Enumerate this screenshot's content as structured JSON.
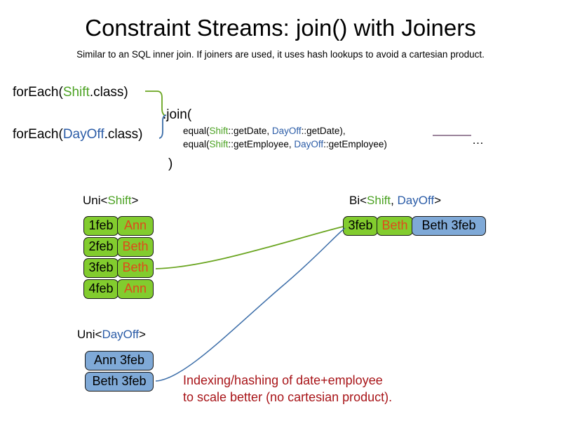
{
  "header": {
    "title": "Constraint Streams: join() with Joiners",
    "subtitle": "Similar to an SQL inner join. If joiners are used, it uses hash lookups to avoid a cartesian product."
  },
  "code": {
    "foreach_shift": {
      "prefix": "forEach(",
      "type": "Shift",
      "suffix": ".class)"
    },
    "foreach_dayoff": {
      "prefix": "forEach(",
      "type": "DayOff",
      "suffix": ".class)"
    },
    "join_open": ".join(",
    "join_close": ")",
    "equal_lines": [
      {
        "prefix": "equal(",
        "left_type": "Shift",
        "left_method": "::getDate, ",
        "right_type": "DayOff",
        "right_method": "::getDate),"
      },
      {
        "prefix": "equal(",
        "left_type": "Shift",
        "left_method": "::getEmployee, ",
        "right_type": "DayOff",
        "right_method": "::getEmployee)"
      }
    ],
    "ellipsis": "…"
  },
  "streams": {
    "uni_shift": {
      "caption": {
        "prefix": "Uni<",
        "type": "Shift",
        "suffix": ">"
      },
      "rows": [
        {
          "date": "1feb",
          "name": "Ann"
        },
        {
          "date": "2feb",
          "name": "Beth"
        },
        {
          "date": "3feb",
          "name": "Beth"
        },
        {
          "date": "4feb",
          "name": "Ann"
        }
      ]
    },
    "uni_dayoff": {
      "caption": {
        "prefix": "Uni<",
        "type": "DayOff",
        "suffix": ">"
      },
      "rows": [
        {
          "pair": "Ann 3feb"
        },
        {
          "pair": "Beth 3feb"
        }
      ]
    },
    "bi": {
      "caption": {
        "prefix": "Bi<",
        "type_a": "Shift",
        "separator": ", ",
        "type_b": "DayOff",
        "suffix": ">"
      },
      "row": {
        "date": "3feb",
        "name": "Beth",
        "pair": "Beth 3feb"
      }
    }
  },
  "annotation": {
    "line1": "Indexing/hashing of date+employee",
    "line2": "to scale better (no cartesian product)."
  },
  "colors": {
    "shift_green": "#4CA223",
    "dayoff_blue": "#2B5CA7",
    "box_green": "#82CC2E",
    "box_blue": "#7FA9D7",
    "name_orange": "#DF4A1B",
    "annotation_red": "#A81418",
    "connector_green": "#6AA520",
    "connector_blue": "#3B6DA8",
    "divider_purple": "#7A5C7A"
  }
}
